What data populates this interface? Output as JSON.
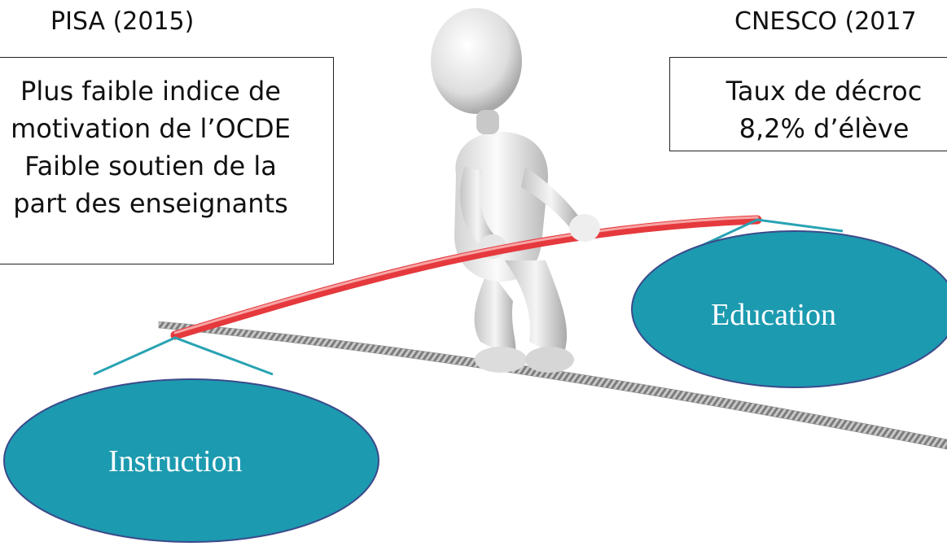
{
  "left_panel": {
    "header": "PISA (2015)",
    "lines": [
      "Plus faible indice de",
      "motivation de l’OCDE",
      "Faible soutien de la",
      "part des enseignants"
    ]
  },
  "right_panel": {
    "header": "CNESCO (2017",
    "lines": [
      "Taux de décroc",
      "8,2% d’élève"
    ]
  },
  "ellipses": {
    "left": "Instruction",
    "right": "Education"
  },
  "colors": {
    "ellipse_fill": "#1c9ab0",
    "ellipse_stroke": "#3b4a8a",
    "pole": "#e5393d",
    "connector": "#28a3b3",
    "rope": "#8a8a8a"
  }
}
